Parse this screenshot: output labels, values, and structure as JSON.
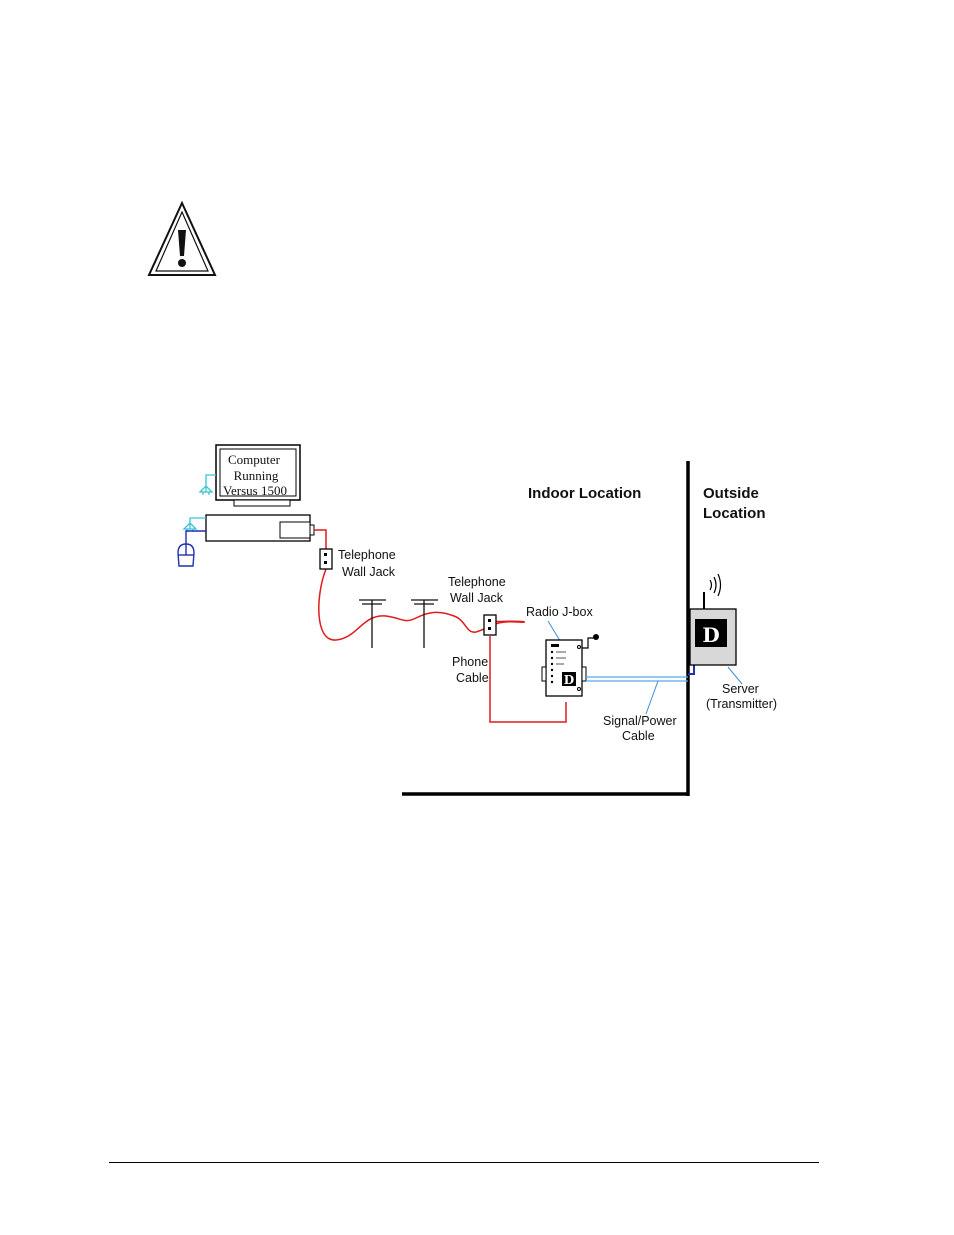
{
  "diagram": {
    "computer": [
      "Computer",
      "Running",
      "Versus 1500"
    ],
    "indoor_label": "Indoor Location",
    "outside_label": [
      "Outside",
      "Location"
    ],
    "wall_jack_1": [
      "Telephone",
      "Wall Jack"
    ],
    "wall_jack_2": [
      "Telephone",
      "Wall Jack"
    ],
    "radio_jbox": "Radio J-box",
    "phone_cable": [
      "Phone",
      "Cable"
    ],
    "signal_cable": [
      "Signal/Power",
      "Cable"
    ],
    "server": [
      "Server",
      "(Transmitter)"
    ],
    "logo_letter": "D",
    "colors": {
      "phone_cable": "#e11b1b",
      "signal_cable": "#5aa9e6",
      "power_plug": "#37c3d4",
      "mouse": "#1f2fb0",
      "wall": "#000000"
    }
  }
}
